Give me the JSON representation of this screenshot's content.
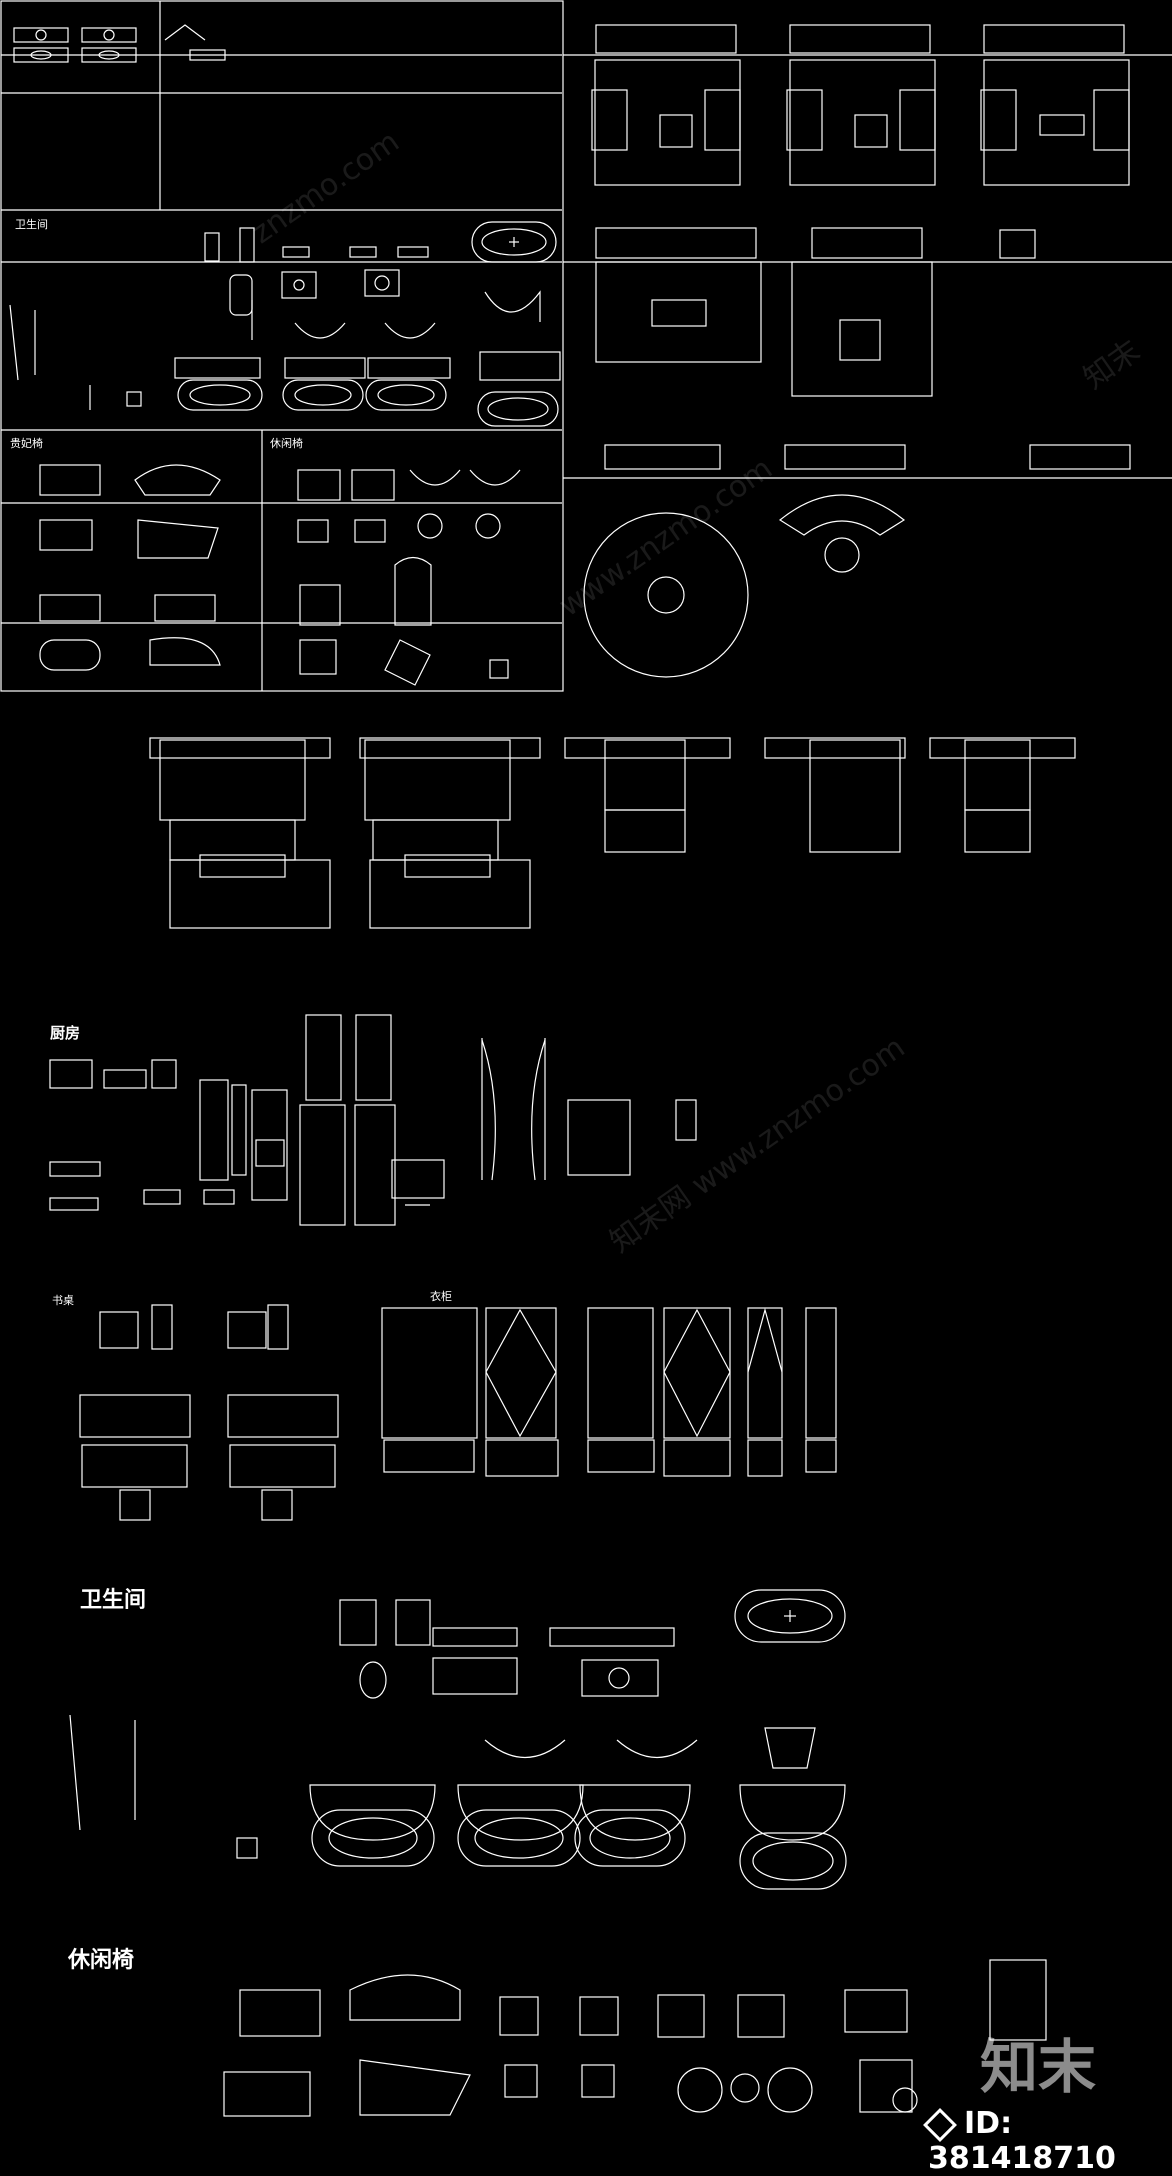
{
  "sections": {
    "bath_small": "卫生间",
    "lounge_small": "贵妃椅",
    "leisure_small": "休闲椅",
    "kitchen": "厨房",
    "desk": "书桌",
    "wardrobe": "衣柜",
    "bath_large": "卫生间",
    "leisure_large": "休闲椅"
  },
  "watermarks": [
    "znzmo.com",
    "www.znzmo.com",
    "知末网 www.znzmo.com",
    "知末"
  ],
  "brand": {
    "logo": "知末"
  },
  "id_label": "ID: 381418710",
  "colors": {
    "background": "#000000",
    "line": "#ffffff"
  }
}
